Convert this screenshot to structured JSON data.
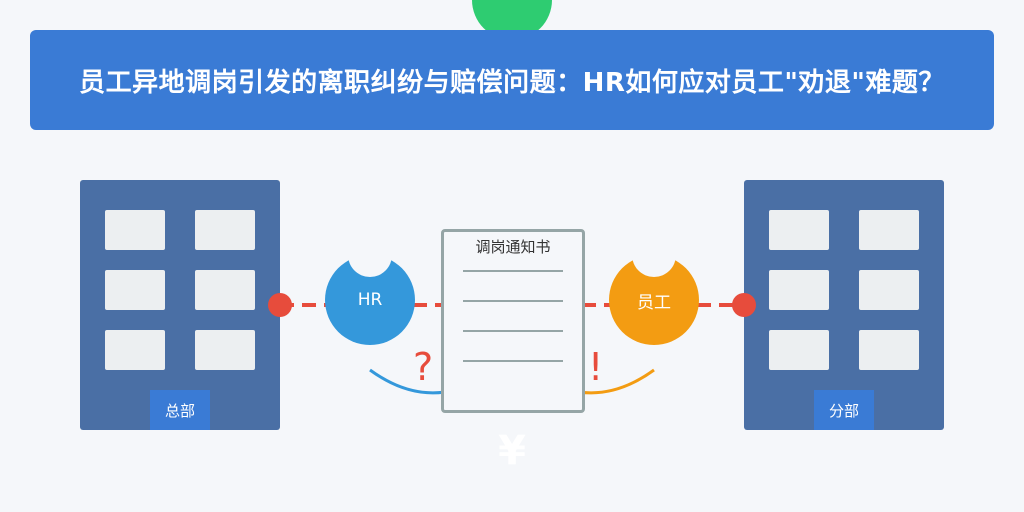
{
  "header": {
    "title": "员工异地调岗引发的离职纠纷与赔偿问题：HR如何应对员工\"劝退\"难题？"
  },
  "buildings": {
    "headquarters_label": "总部",
    "branch_label": "分部"
  },
  "nodes": {
    "hr_label": "HR",
    "employee_label": "员工"
  },
  "document": {
    "title": "调岗通知书"
  },
  "marks": {
    "question": "?",
    "exclamation": "!",
    "currency": "¥"
  },
  "colors": {
    "title_bar": "#3a7bd5",
    "building": "#4a6fa5",
    "hr_circle": "#3498db",
    "employee_circle": "#f39c12",
    "connector": "#e74c3c",
    "top_circle": "#2ecc71",
    "document_border": "#95a5a6"
  }
}
